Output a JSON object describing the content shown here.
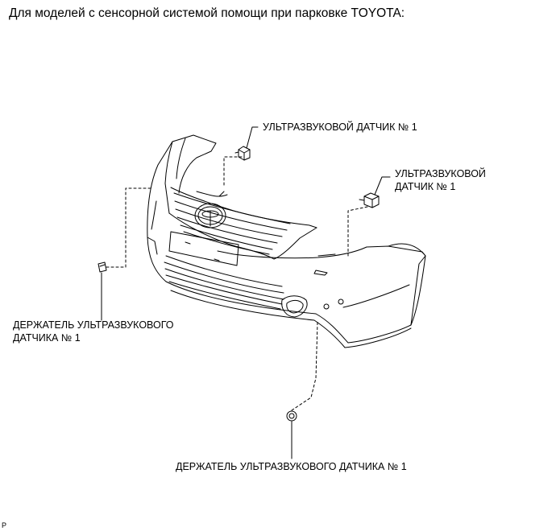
{
  "heading": "Для моделей с сенсорной системой помощи при парковке TOYOTA:",
  "labels": {
    "sensor_top": "УЛЬТРАЗВУКОВОЙ ДАТЧИК № 1",
    "sensor_right_line1": "УЛЬТРАЗВУКОВОЙ",
    "sensor_right_line2": "ДАТЧИК № 1",
    "holder_left_line1": "ДЕРЖАТЕЛЬ УЛЬТРАЗВУКОВОГО",
    "holder_left_line2": "ДАТЧИКА № 1",
    "holder_bottom": "ДЕРЖАТЕЛЬ УЛЬТРАЗВУКОВОГО ДАТЧИКА № 1"
  },
  "corner_mark": "P"
}
